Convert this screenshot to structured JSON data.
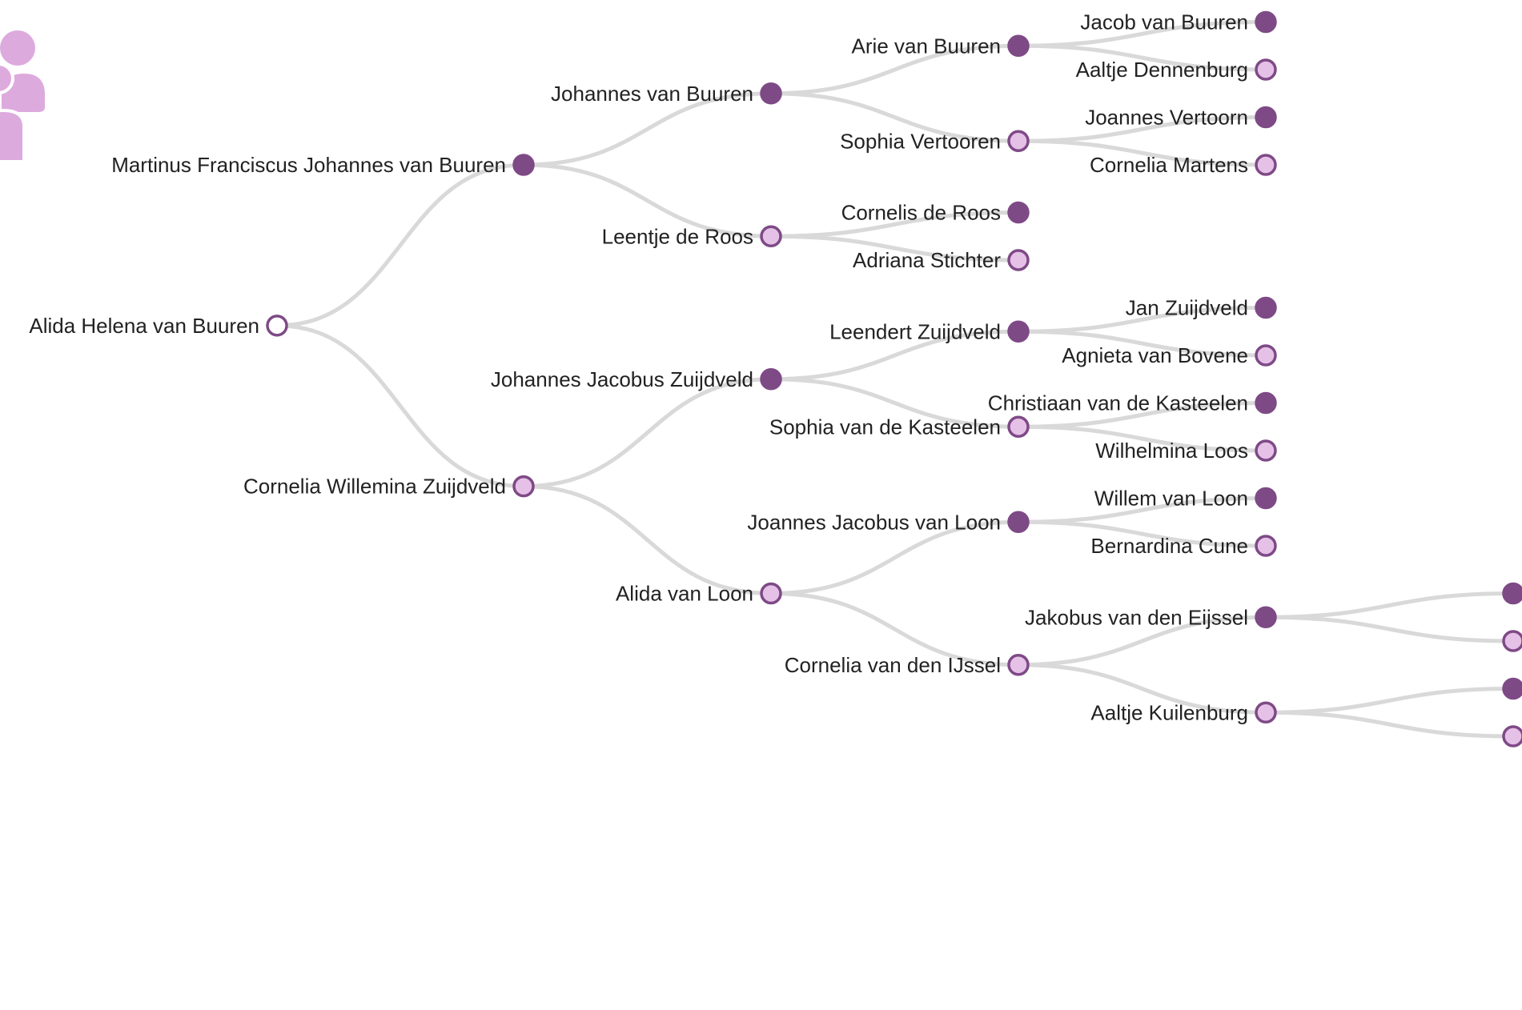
{
  "colors": {
    "male_fill": "#7e4a86",
    "male_stroke": "#7e4a86",
    "female_fill": "#e6c1e7",
    "female_stroke": "#7e4a86",
    "root_fill": "#ffffff",
    "link": "#d9d9d9",
    "logo": "#ddaade"
  },
  "logo": {
    "icon": "family-people-icon"
  },
  "tree": {
    "name": "Alida Helena van Buuren",
    "sex": "root",
    "children": [
      {
        "name": "Martinus Franciscus Johannes van Buuren",
        "sex": "M",
        "children": [
          {
            "name": "Johannes van Buuren",
            "sex": "M",
            "children": [
              {
                "name": "Arie van Buuren",
                "sex": "M",
                "children": [
                  {
                    "name": "Jacob van Buuren",
                    "sex": "M"
                  },
                  {
                    "name": "Aaltje Dennenburg",
                    "sex": "F"
                  }
                ]
              },
              {
                "name": "Sophia Vertooren",
                "sex": "F",
                "children": [
                  {
                    "name": "Joannes Vertoorn",
                    "sex": "M"
                  },
                  {
                    "name": "Cornelia Martens",
                    "sex": "F"
                  }
                ]
              }
            ]
          },
          {
            "name": "Leentje de Roos",
            "sex": "F",
            "children": [
              {
                "name": "Cornelis de Roos",
                "sex": "M"
              },
              {
                "name": "Adriana Stichter",
                "sex": "F"
              }
            ]
          }
        ]
      },
      {
        "name": "Cornelia Willemina Zuijdveld",
        "sex": "F",
        "children": [
          {
            "name": "Johannes Jacobus Zuijdveld",
            "sex": "M",
            "children": [
              {
                "name": "Leendert Zuijdveld",
                "sex": "M",
                "children": [
                  {
                    "name": "Jan Zuijdveld",
                    "sex": "M"
                  },
                  {
                    "name": "Agnieta van Bovene",
                    "sex": "F"
                  }
                ]
              },
              {
                "name": "Sophia van de Kasteelen",
                "sex": "F",
                "children": [
                  {
                    "name": "Christiaan van de Kasteelen",
                    "sex": "M"
                  },
                  {
                    "name": "Wilhelmina Loos",
                    "sex": "F"
                  }
                ]
              }
            ]
          },
          {
            "name": "Alida van Loon",
            "sex": "F",
            "children": [
              {
                "name": "Joannes Jacobus van Loon",
                "sex": "M",
                "children": [
                  {
                    "name": "Willem van Loon",
                    "sex": "M"
                  },
                  {
                    "name": "Bernardina Cune",
                    "sex": "F"
                  }
                ]
              },
              {
                "name": "Cornelia van den IJssel",
                "sex": "F",
                "children": [
                  {
                    "name": "Jakobus van den Eijssel",
                    "sex": "M",
                    "children": [
                      {
                        "name": "",
                        "sex": "M"
                      },
                      {
                        "name": "",
                        "sex": "F"
                      }
                    ]
                  },
                  {
                    "name": "Aaltje Kuilenburg",
                    "sex": "F",
                    "children": [
                      {
                        "name": "",
                        "sex": "M"
                      },
                      {
                        "name": "",
                        "sex": "F"
                      }
                    ]
                  }
                ]
              }
            ]
          }
        ]
      }
    ]
  }
}
